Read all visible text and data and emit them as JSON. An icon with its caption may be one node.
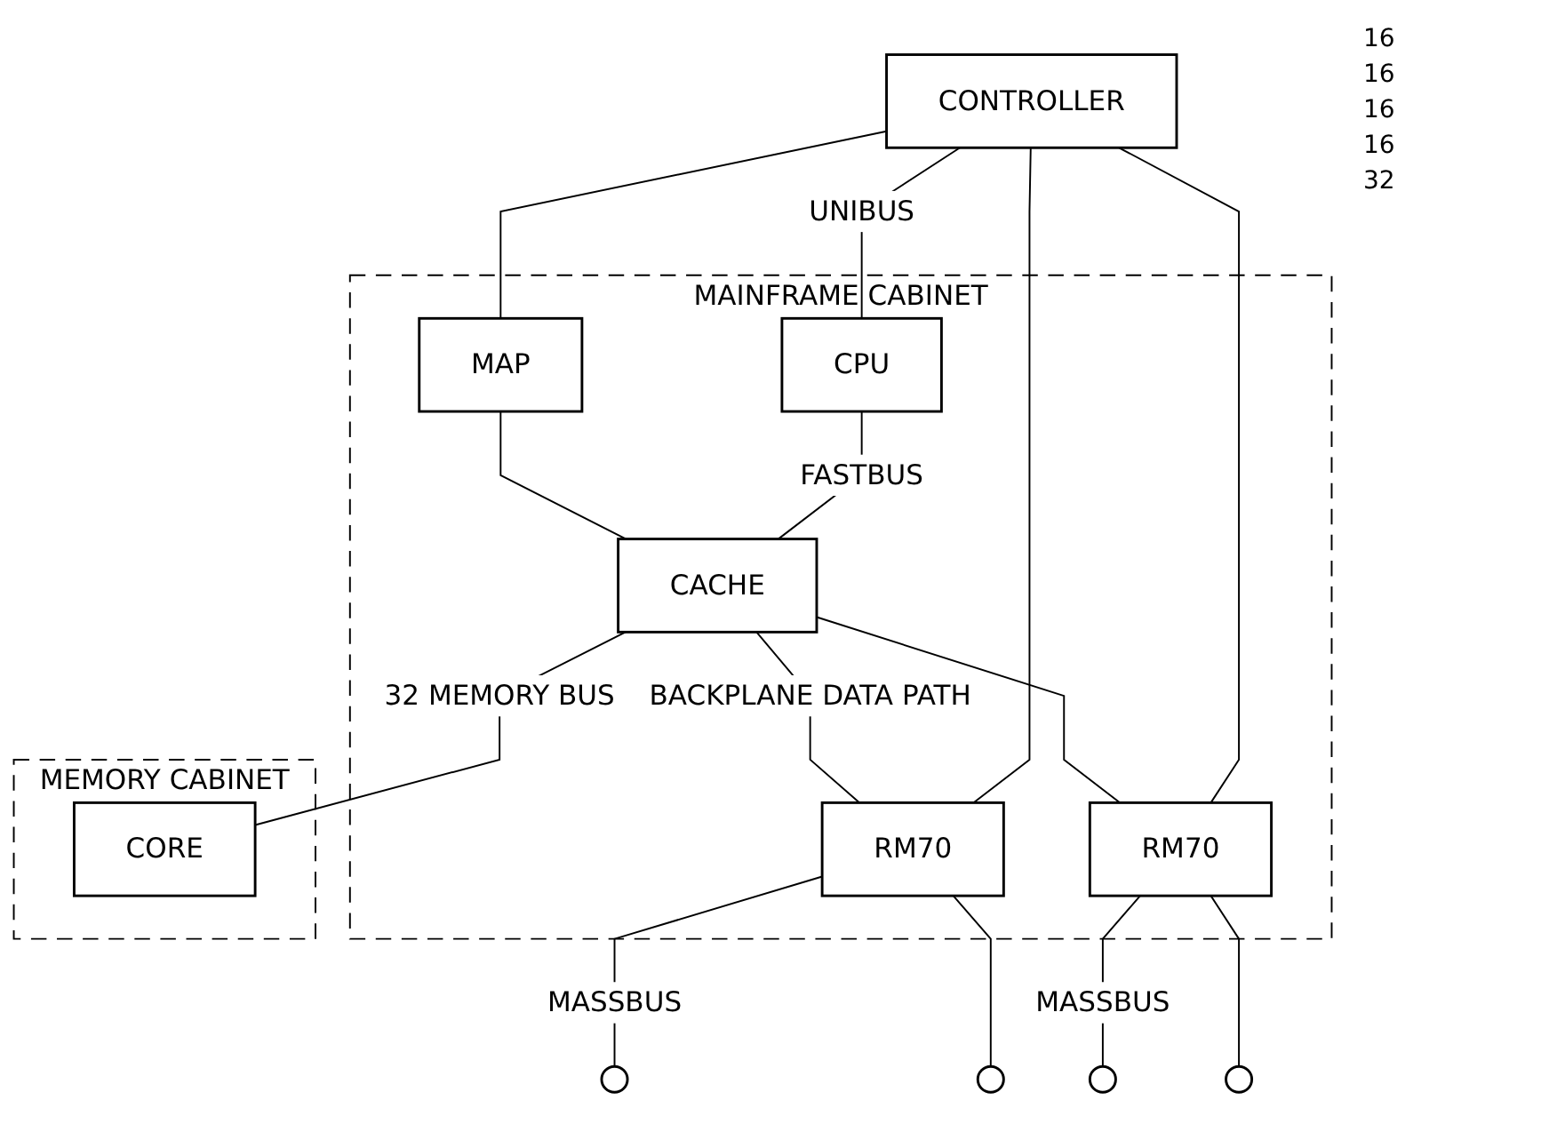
{
  "diagram": {
    "nodes": [
      {
        "text": [
          "MAINFRAME CABINET"
        ]
      },
      {
        "text": [
          "CPU"
        ],
        "in": 0
      },
      {
        "text": [
          "MAP"
        ],
        "in": 0
      },
      {
        "text": [
          "RM70"
        ],
        "in": 0
      },
      {
        "text": [
          "RM70"
        ],
        "in": 0
      },
      {
        "text": [
          "CACHE"
        ],
        "in": 0
      },
      {
        "text": [
          "CONTROLLER"
        ]
      },
      {
        "text": [
          "MEMORY CABINET"
        ]
      },
      {
        "text": [
          "CORE"
        ],
        "in": 7
      },
      {
        "text": [],
        "shape": "circle"
      },
      {
        "text": [],
        "shape": "circle"
      },
      {
        "text": [],
        "shape": "circle"
      },
      {
        "text": [],
        "shape": "circle"
      }
    ],
    "edges": [
      {
        "from": 6,
        "to": 1,
        "arrow": "none",
        "label": "UNIBUS"
      },
      {
        "from": 6,
        "to": 2,
        "arrow": "none"
      },
      {
        "from": 6,
        "to": 3,
        "arrow": "none"
      },
      {
        "from": 6,
        "to": 4,
        "arrow": "none"
      },
      {
        "from": 1,
        "to": 5,
        "arrow": "none",
        "label": "FASTBUS"
      },
      {
        "from": 2,
        "to": 5,
        "arrow": "none"
      },
      {
        "from": 5,
        "to": 3,
        "arrow": "none",
        "label": "BACKPLANE DATA PATH"
      },
      {
        "from": 5,
        "to": 4,
        "arrow": "none"
      },
      {
        "from": 5,
        "to": 8,
        "arrow": "none",
        "label": "32 MEMORY BUS"
      },
      {
        "from": 3,
        "to": 9,
        "arrow": "none",
        "label": "MASSBUS"
      },
      {
        "from": 3,
        "to": 10,
        "arrow": "none"
      },
      {
        "from": 4,
        "to": 11,
        "arrow": "none",
        "label": "MASSBUS"
      },
      {
        "from": 4,
        "to": 12,
        "arrow": "none"
      }
    ],
    "labels": [
      "16",
      "16",
      "16",
      "16",
      "32"
    ]
  }
}
